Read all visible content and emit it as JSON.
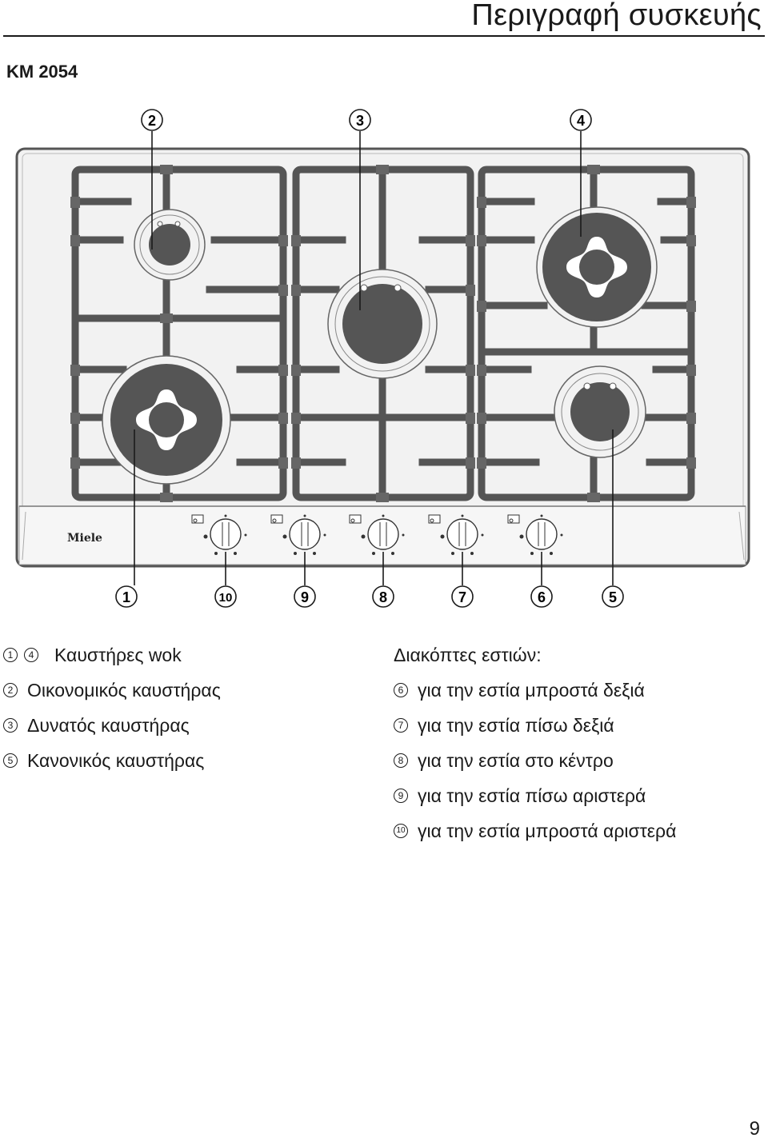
{
  "header": {
    "title": "Περιγραφή συσκευής"
  },
  "model": "KM 2054",
  "brand_logo": "Miele",
  "callouts": {
    "top": [
      "2",
      "3",
      "4"
    ],
    "bottom": [
      "1",
      "10",
      "9",
      "8",
      "7",
      "6",
      "5"
    ]
  },
  "legend": {
    "left": [
      {
        "nums": [
          "1",
          "4"
        ],
        "text": "Καυστήρες wok"
      },
      {
        "nums": [
          "2"
        ],
        "text": "Οικονομικός καυστήρας"
      },
      {
        "nums": [
          "3"
        ],
        "text": "Δυνατός καυστήρας"
      },
      {
        "nums": [
          "5"
        ],
        "text": "Κανονικός καυστήρας"
      }
    ],
    "right_heading": "Διακόπτες εστιών:",
    "right": [
      {
        "nums": [
          "6"
        ],
        "text": "για την εστία μπροστά δεξιά"
      },
      {
        "nums": [
          "7"
        ],
        "text": "για την εστία πίσω δεξιά"
      },
      {
        "nums": [
          "8"
        ],
        "text": "για την εστία στο κέντρο"
      },
      {
        "nums": [
          "9"
        ],
        "text": "για την εστία πίσω αριστερά"
      },
      {
        "nums": [
          "10"
        ],
        "text": "για την εστία μπροστά αριστερά"
      }
    ]
  },
  "page_number": "9"
}
